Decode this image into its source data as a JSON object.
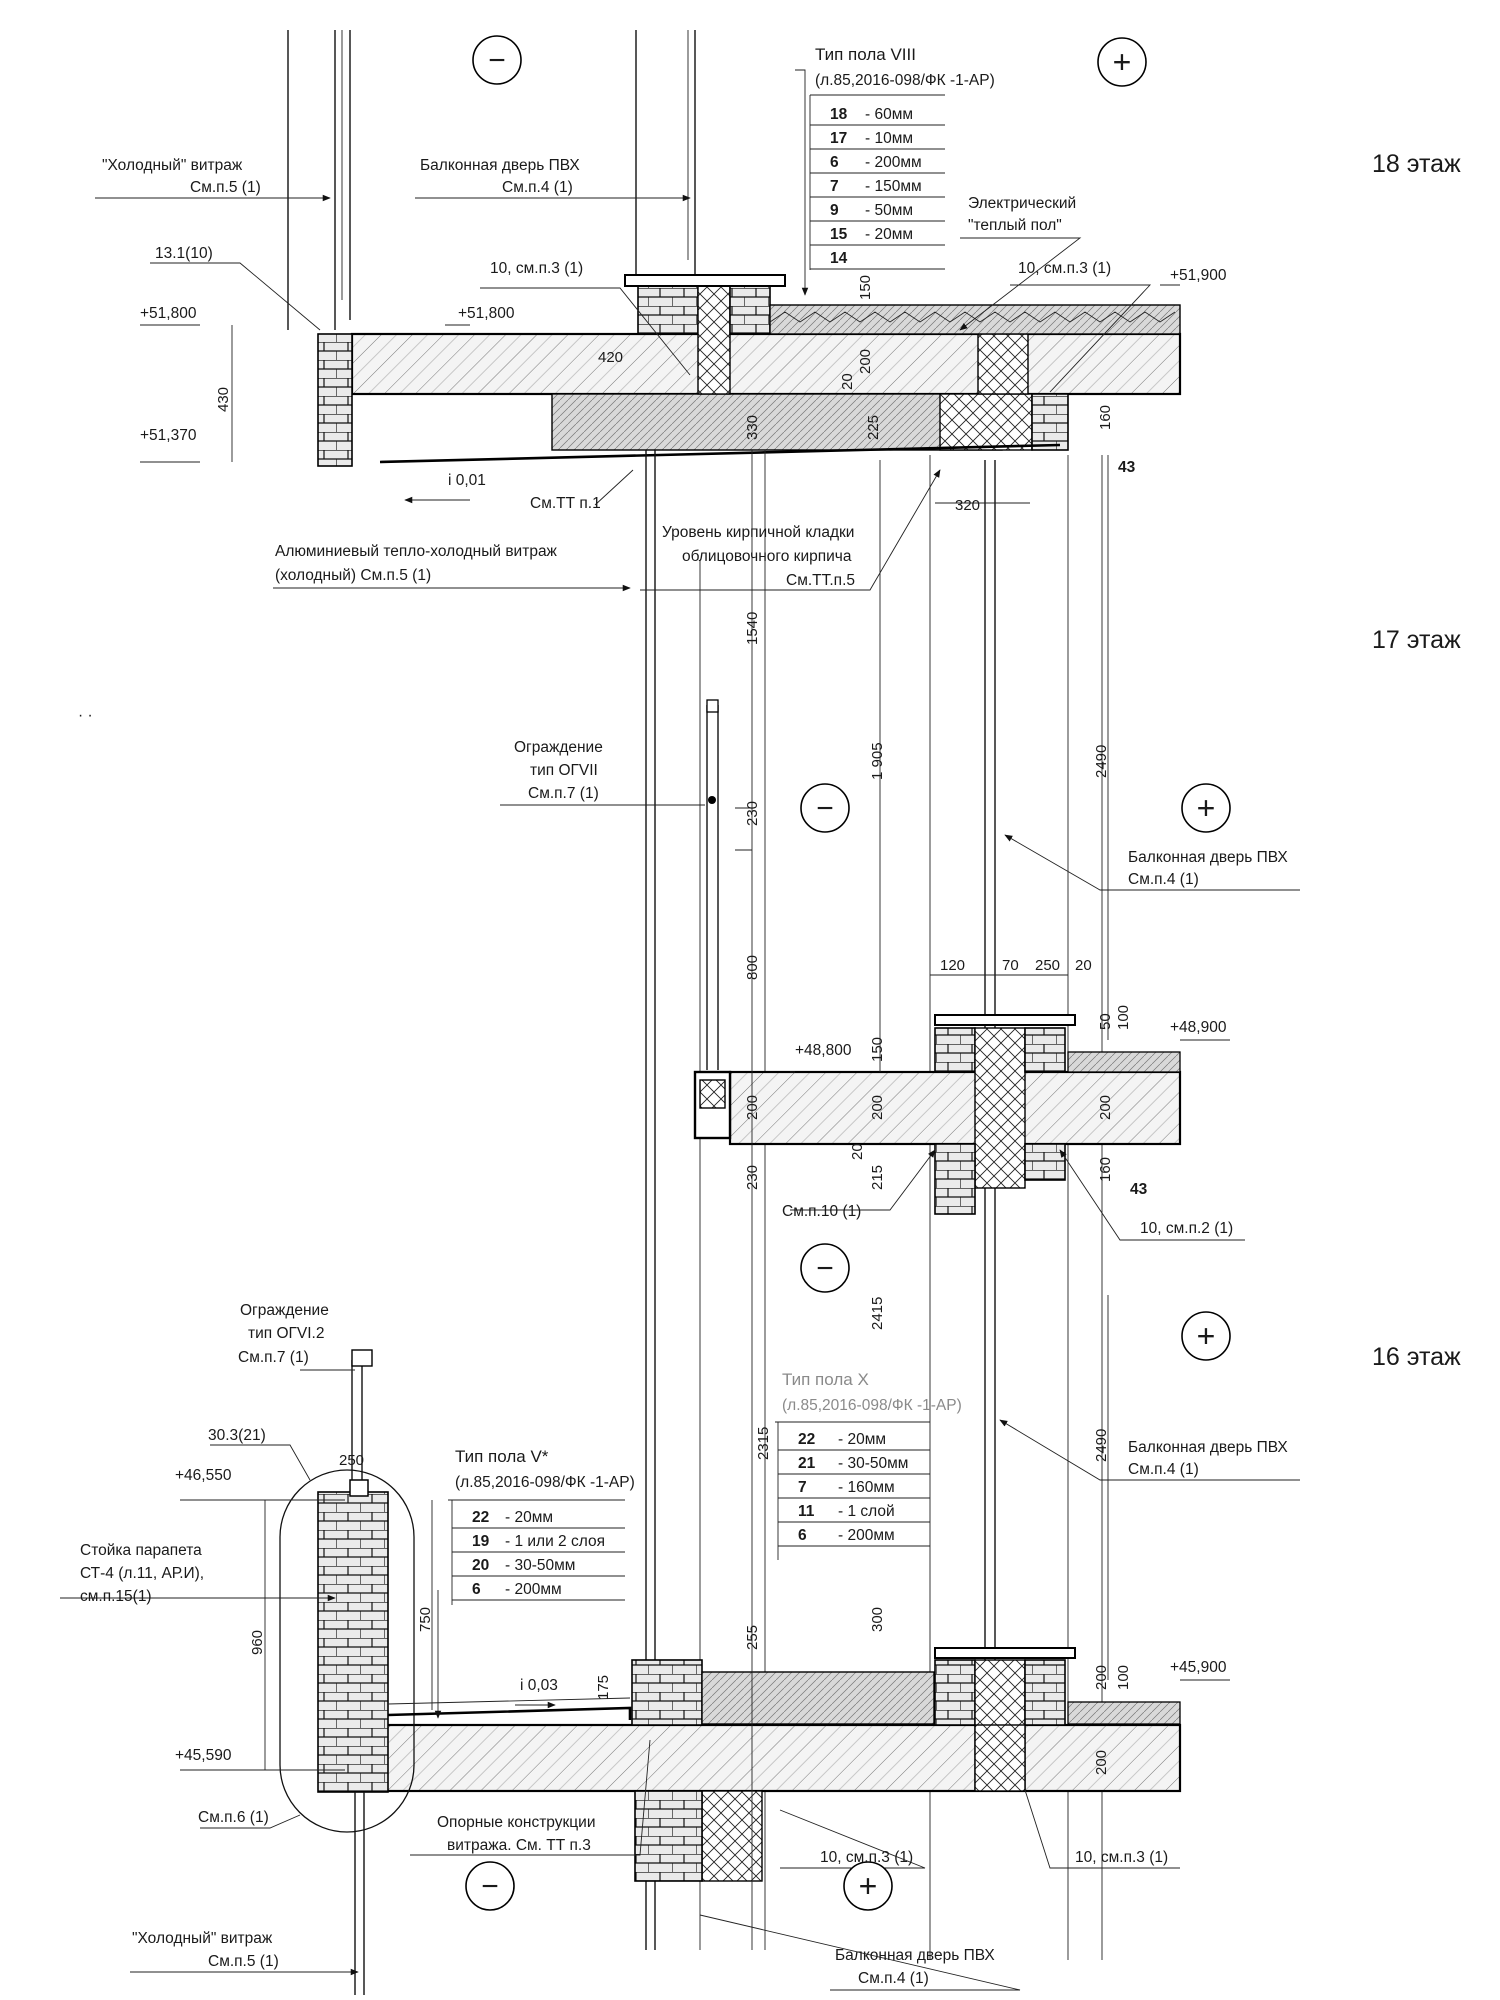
{
  "floors": {
    "f18": "18 этаж",
    "f17": "17 этаж",
    "f16": "16 этаж"
  },
  "signs": {
    "minus": "−",
    "plus": "+"
  },
  "floor_types": {
    "viii": {
      "title": "Тип пола VIII",
      "ref": "(л.85,2016-098/ФК -1-АР)",
      "layers": [
        {
          "num": "18",
          "val": "-  60мм"
        },
        {
          "num": "17",
          "val": "-  10мм"
        },
        {
          "num": "6",
          "val": "-  200мм"
        },
        {
          "num": "7",
          "val": "-  150мм"
        },
        {
          "num": "9",
          "val": "-  50мм"
        },
        {
          "num": "15",
          "val": "-  20мм"
        },
        {
          "num": "14",
          "val": ""
        }
      ]
    },
    "x": {
      "title": "Тип пола X",
      "ref": "(л.85,2016-098/ФК -1-АР)",
      "layers": [
        {
          "num": "22",
          "val": "-  20мм"
        },
        {
          "num": "21",
          "val": "-  30-50мм"
        },
        {
          "num": "7",
          "val": "-  160мм"
        },
        {
          "num": "11",
          "val": "-  1 слой"
        },
        {
          "num": "6",
          "val": "-  200мм"
        }
      ]
    },
    "v": {
      "title": "Тип пола V*",
      "ref": "(л.85,2016-098/ФК -1-АР)",
      "layers": [
        {
          "num": "22",
          "val": "-  20мм"
        },
        {
          "num": "19",
          "val": "-  1 или 2 слоя"
        },
        {
          "num": "20",
          "val": "-  30-50мм"
        },
        {
          "num": "6",
          "val": "-  200мм"
        }
      ]
    }
  },
  "callouts": {
    "cold_vitrage_top_1": "\"Холодный\" витраж",
    "cold_vitrage_top_2": "См.п.5 (1)",
    "balcony_door_top_1": "Балконная дверь ПВХ",
    "balcony_door_top_2": "См.п.4 (1)",
    "warm_floor_1": "Электрический",
    "warm_floor_2": "\"теплый пол\"",
    "ref_13_1": "13.1(10)",
    "ref_10_a": "10, см.п.3 (1)",
    "ref_10_b": "10, см.п.3 (1)",
    "tt1": "См.ТТ п.1",
    "alu_vitrage_1": "Алюминиевый тепло-холодный витраж",
    "alu_vitrage_2": "(холодный) См.п.5 (1)",
    "brick_level_1": "Уровень кирпичной кладки",
    "brick_level_2": "облицовочного кирпича",
    "brick_level_3": "См.ТТ.п.5",
    "fence7_1": "Ограждение",
    "fence7_2": "тип ОГVII",
    "fence7_3": "См.п.7 (1)",
    "balcony_door_mid_1": "Балконная дверь ПВХ",
    "balcony_door_mid_2": "См.п.4 (1)",
    "ref_10_2": "10, см.п.2 (1)",
    "sm_p10": "См.п.10 (1)",
    "fence6_1": "Ограждение",
    "fence6_2": "тип ОГVI.2",
    "fence6_3": "См.п.7 (1)",
    "ref_30_3": "30.3(21)",
    "parapet_1": "Стойка парапета",
    "parapet_2": "СТ-4 (л.11, АР.И),",
    "parapet_3": "см.п.15(1)",
    "balcony_door_low_1": "Балконная дверь ПВХ",
    "balcony_door_low_2": "См.п.4 (1)",
    "sm_p6": "См.п.6 (1)",
    "support_1": "Опорные конструкции",
    "support_2": "витража. См. ТТ п.3",
    "ref_10_c": "10, см.п.3 (1)",
    "ref_10_d": "10, см.п.3 (1)",
    "cold_vitrage_low_1": "\"Холодный\" витраж",
    "cold_vitrage_low_2": "См.п.5 (1)",
    "balcony_door_bot_1": "Балконная дверь ПВХ",
    "balcony_door_bot_2": "См.п.4 (1)"
  },
  "levels": {
    "l51900": "+51,900",
    "l51800a": "+51,800",
    "l51800b": "+51,800",
    "l51370": "+51,370",
    "l48900": "+48,900",
    "l48800": "+48,800",
    "l46550": "+46,550",
    "l45900": "+45,900",
    "l45590": "+45,590"
  },
  "slopes": {
    "s1": "i 0,01",
    "s2": "i 0,03"
  },
  "marks": {
    "m43a": "43",
    "m43b": "43"
  },
  "dims": {
    "d150a": "150",
    "d200a": "200",
    "d20a": "20",
    "d330": "330",
    "d225": "225",
    "d420": "420",
    "d430": "430",
    "d160a": "160",
    "d320": "320",
    "d1540": "1540",
    "d1905": "1 905",
    "d2490a": "2490",
    "d230a": "230",
    "d800": "800",
    "d120": "120",
    "d70": "70",
    "d250": "250",
    "d20b": "20",
    "d150b": "150",
    "d200b": "200",
    "d200c": "200",
    "d200d": "200",
    "d50": "50",
    "d100a": "100",
    "d160b": "160",
    "d20c": "20",
    "d215": "215",
    "d230b": "230",
    "d2415": "2415",
    "d2490b": "2490",
    "d2315": "2315",
    "d255": "255",
    "d300": "300",
    "d200e": "200",
    "d100b": "100",
    "d200f": "200",
    "d250b": "250",
    "d960": "960",
    "d750": "750",
    "d175": "175"
  },
  "stray": "· ·"
}
